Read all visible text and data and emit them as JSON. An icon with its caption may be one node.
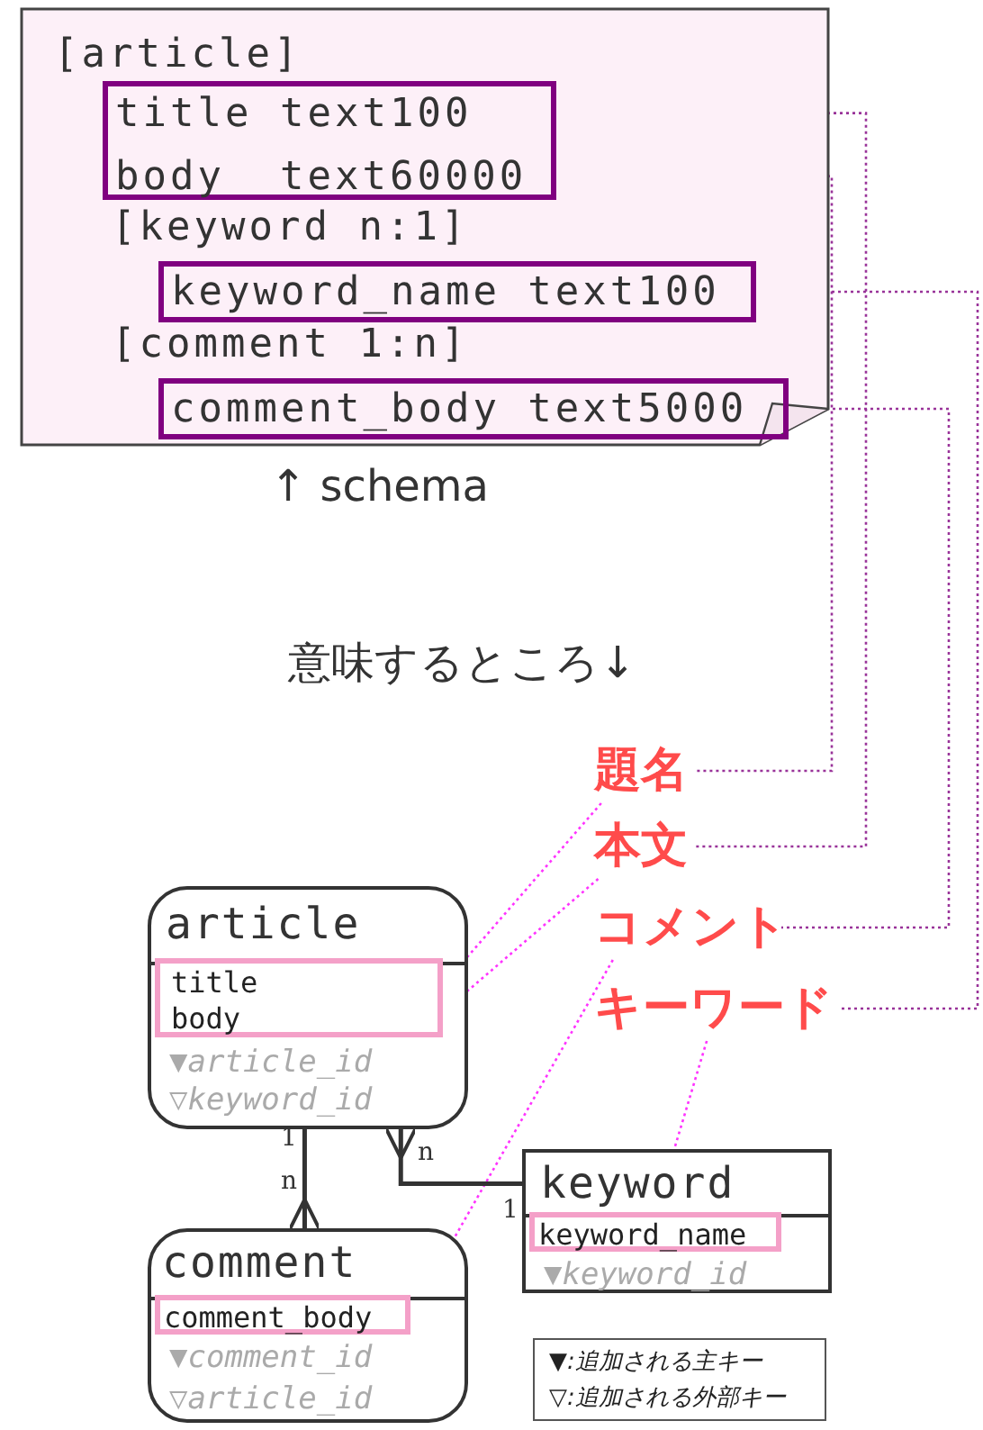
{
  "diagram": {
    "nodes": [
      {
        "text": [
          "[article]",
          "[keyword n:1]",
          "[comment 1:n]"
        ],
        "beside": [
          "↑ schema"
        ]
      },
      {
        "text": [
          "title text100",
          "body  text60000"
        ],
        "in": 0
      },
      {
        "text": [
          "keyword_name text100"
        ],
        "in": 0
      },
      {
        "text": [
          "comment_body text5000"
        ],
        "in": 0
      },
      {
        "text": [
          "題名"
        ]
      },
      {
        "text": [
          "本文"
        ]
      },
      {
        "text": [
          "コメント"
        ]
      },
      {
        "text": [
          "キーワード"
        ]
      },
      {
        "text": [
          "article",
          "▼article_id",
          "▽keyword_id"
        ]
      },
      {
        "text": [
          "title",
          "body"
        ],
        "in": 8
      },
      {
        "text": [
          "comment",
          "▼comment_id",
          "▽article_id"
        ]
      },
      {
        "text": [
          "comment_body"
        ],
        "in": 10
      },
      {
        "text": [
          "keyword",
          "▼keyword_id"
        ]
      },
      {
        "text": [
          "keyword_name"
        ],
        "in": 12
      },
      {
        "text": [
          "▼:追加される主キー",
          "▽:追加される外部キー"
        ]
      }
    ],
    "edges": [
      {
        "from": 1,
        "to": 4,
        "arrow": "none",
        "style": "dashed",
        "color": "#993399"
      },
      {
        "from": 1,
        "to": 5,
        "arrow": "none",
        "style": "dashed",
        "color": "#993399"
      },
      {
        "from": 2,
        "to": 7,
        "arrow": "none",
        "style": "dashed",
        "color": "#993399"
      },
      {
        "from": 3,
        "to": 6,
        "arrow": "none",
        "style": "dashed",
        "color": "#993399"
      },
      {
        "from": 4,
        "to": 9,
        "arrow": "none",
        "style": "dashed",
        "color": "#ff33ff"
      },
      {
        "from": 5,
        "to": 9,
        "arrow": "none",
        "style": "dashed",
        "color": "#ff33ff"
      },
      {
        "from": 6,
        "to": 11,
        "arrow": "none",
        "style": "dashed",
        "color": "#ff33ff"
      },
      {
        "from": 7,
        "to": 13,
        "arrow": "none",
        "style": "dashed",
        "color": "#ff33ff"
      },
      {
        "from": 8,
        "to": 10,
        "arrow": "other",
        "color": "#333333"
      },
      {
        "from": 8,
        "to": 12,
        "arrow": "other",
        "color": "#333333"
      }
    ],
    "labels": [
      "意味するところ↓",
      "1",
      "n",
      "n",
      "1"
    ]
  }
}
